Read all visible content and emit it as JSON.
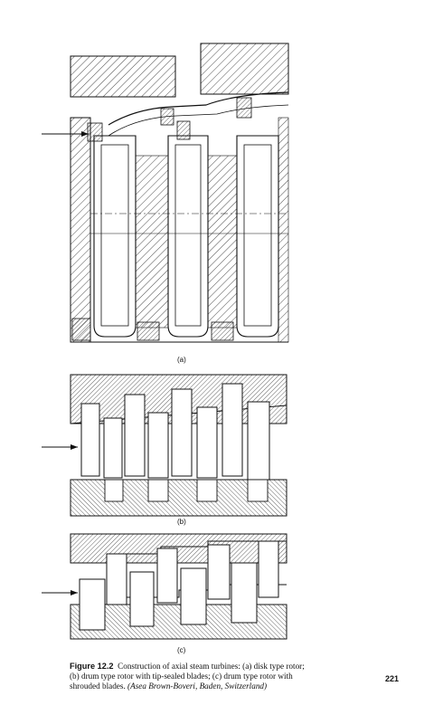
{
  "figure": {
    "panel_labels": {
      "a": "(a)",
      "b": "(b)",
      "c": "(c)"
    }
  },
  "caption": {
    "figure_number": "Figure 12.2",
    "text": "Construction of axial steam turbines: (a) disk type rotor; (b) drum type rotor with tip-sealed blades; (c) drum type rotor with shrouded blades.",
    "credit": "(Asea Brown-Boveri, Baden, Switzerland)"
  },
  "page_number": "221"
}
